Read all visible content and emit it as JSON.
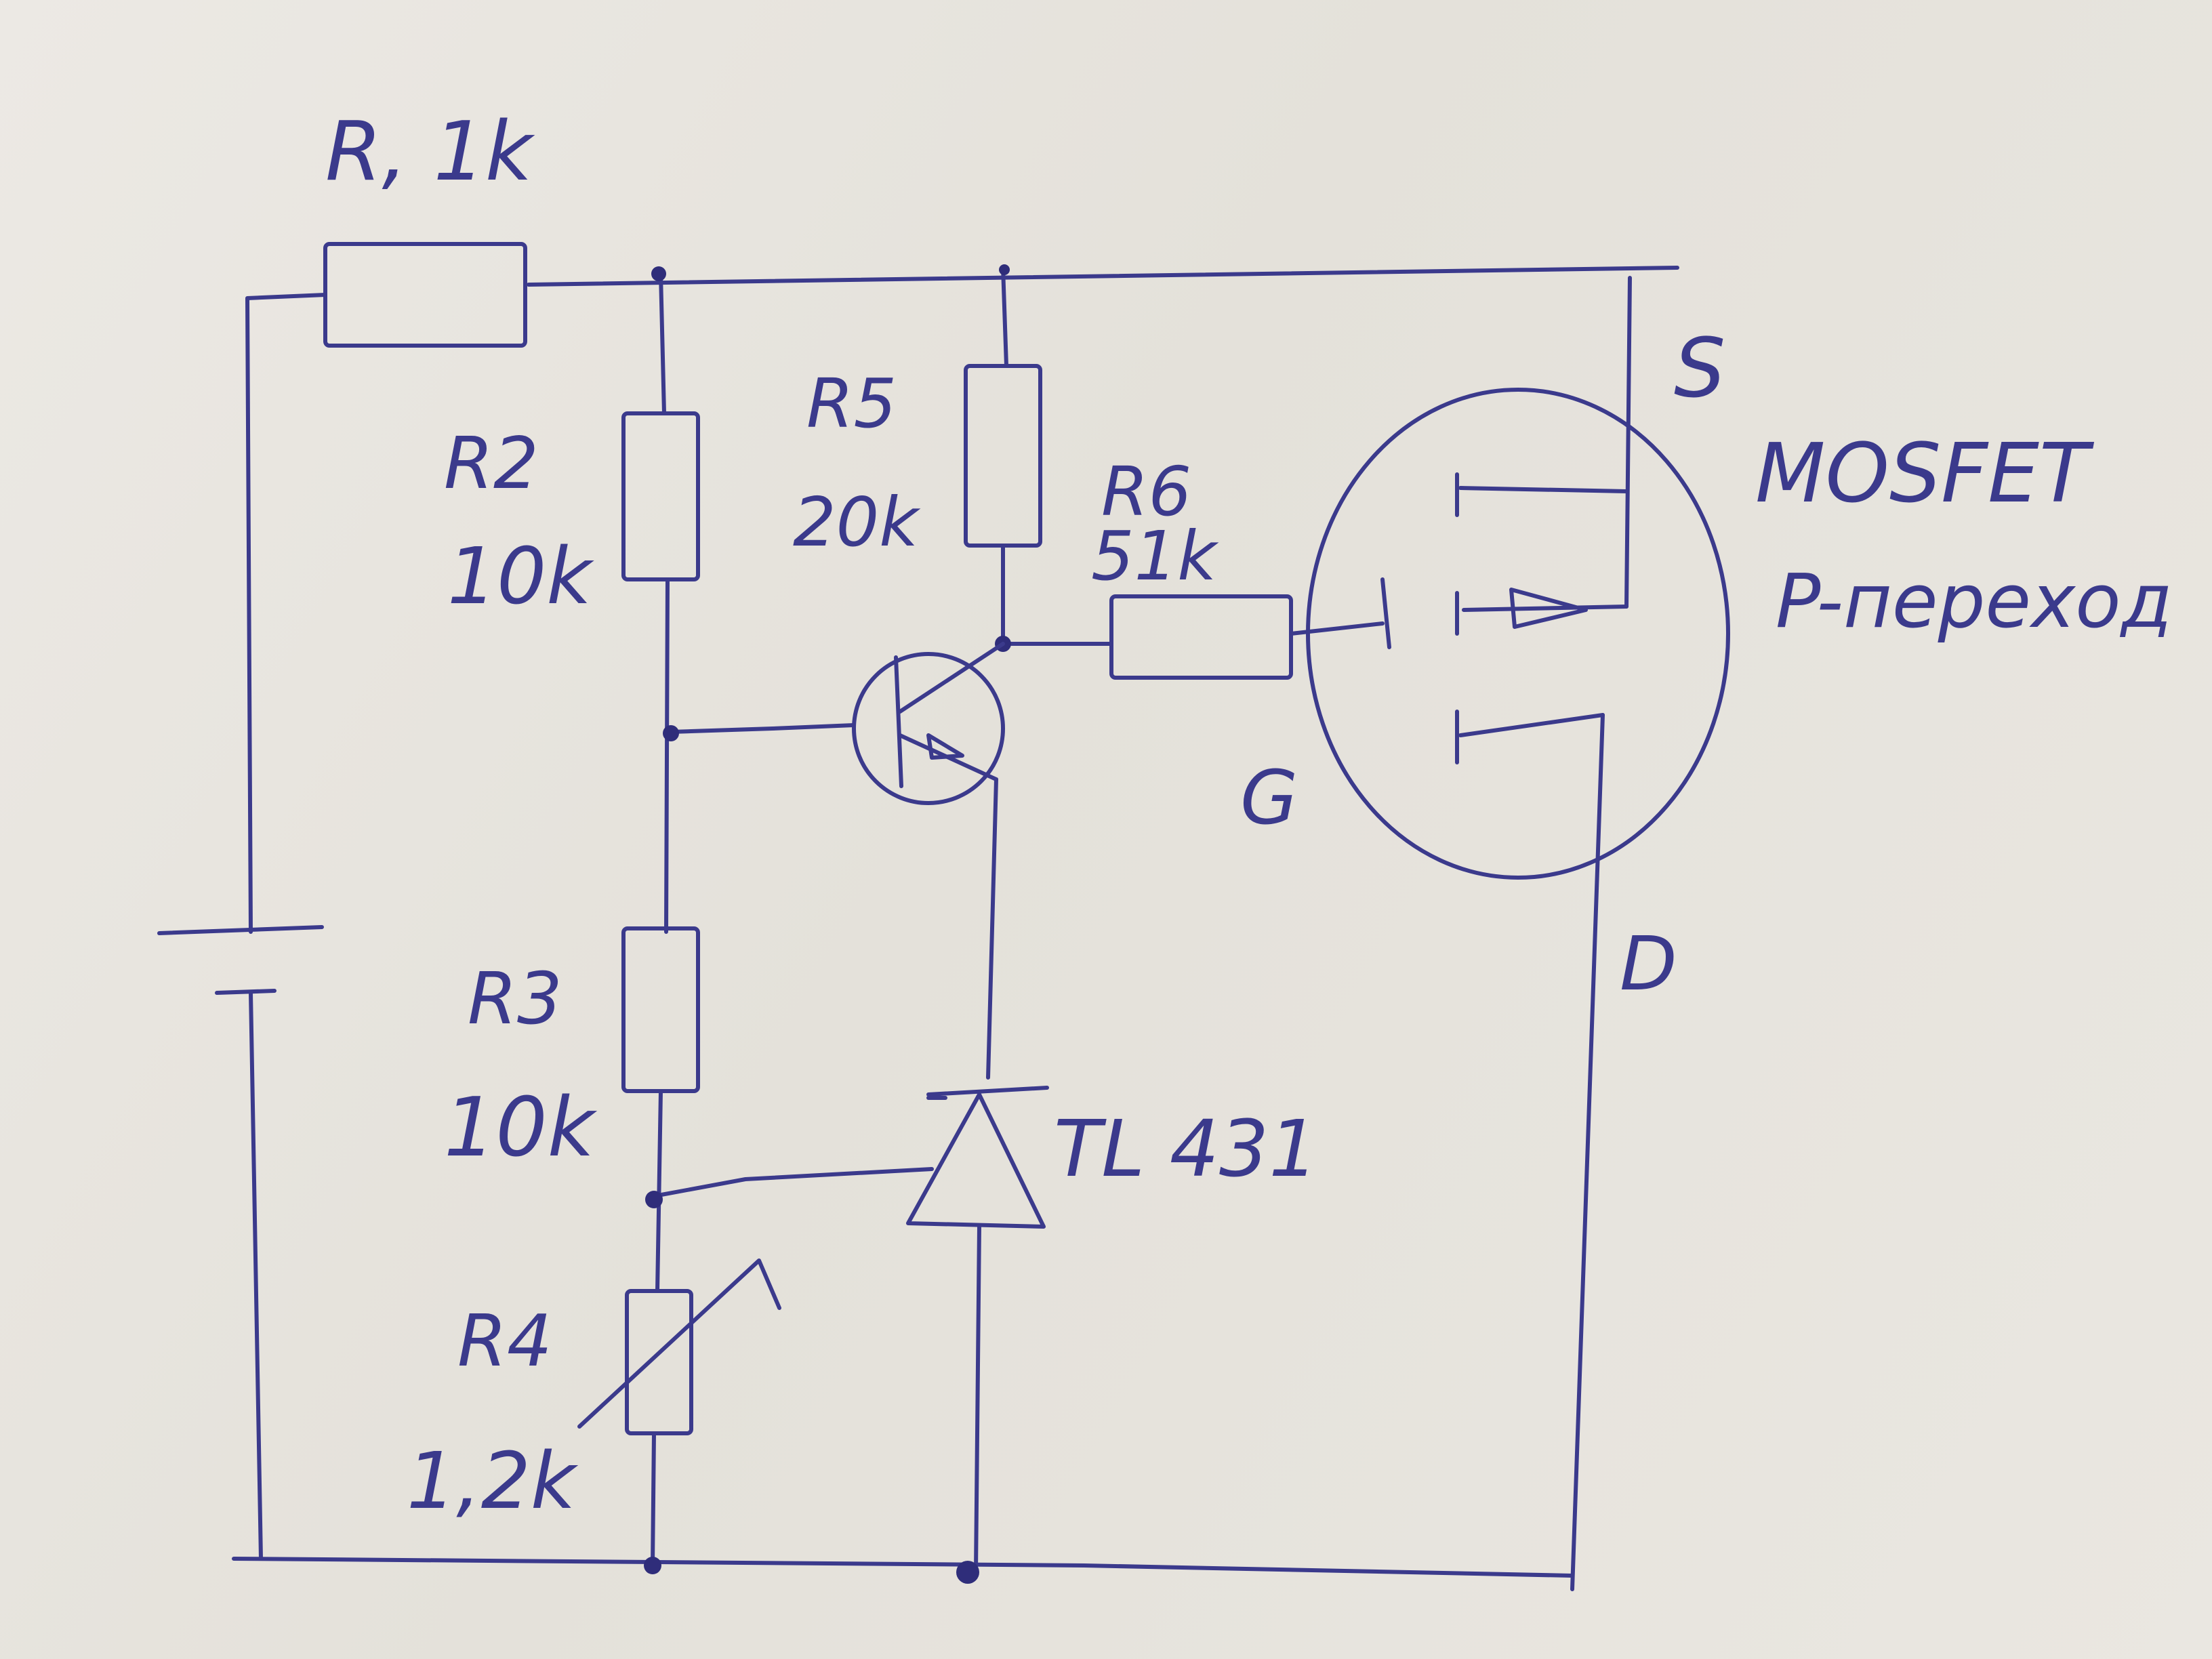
{
  "colors": {
    "ink": "#3b3a8c",
    "paper": "#e9e6e0"
  },
  "labels": {
    "r1": "R, 1k",
    "r2_name": "R2",
    "r2_value": "10k",
    "r3_name": "R3",
    "r3_value": "10k",
    "r4_name": "R4",
    "r4_value": "1,2k",
    "r5_name": "R5",
    "r5_value": "20k",
    "r6_name": "R6",
    "r6_value": "51k",
    "tl431": "TL 431",
    "mosfet_title": "MOSFET",
    "mosfet_type": "P-переход",
    "source": "S",
    "gate": "G",
    "drain": "D"
  }
}
